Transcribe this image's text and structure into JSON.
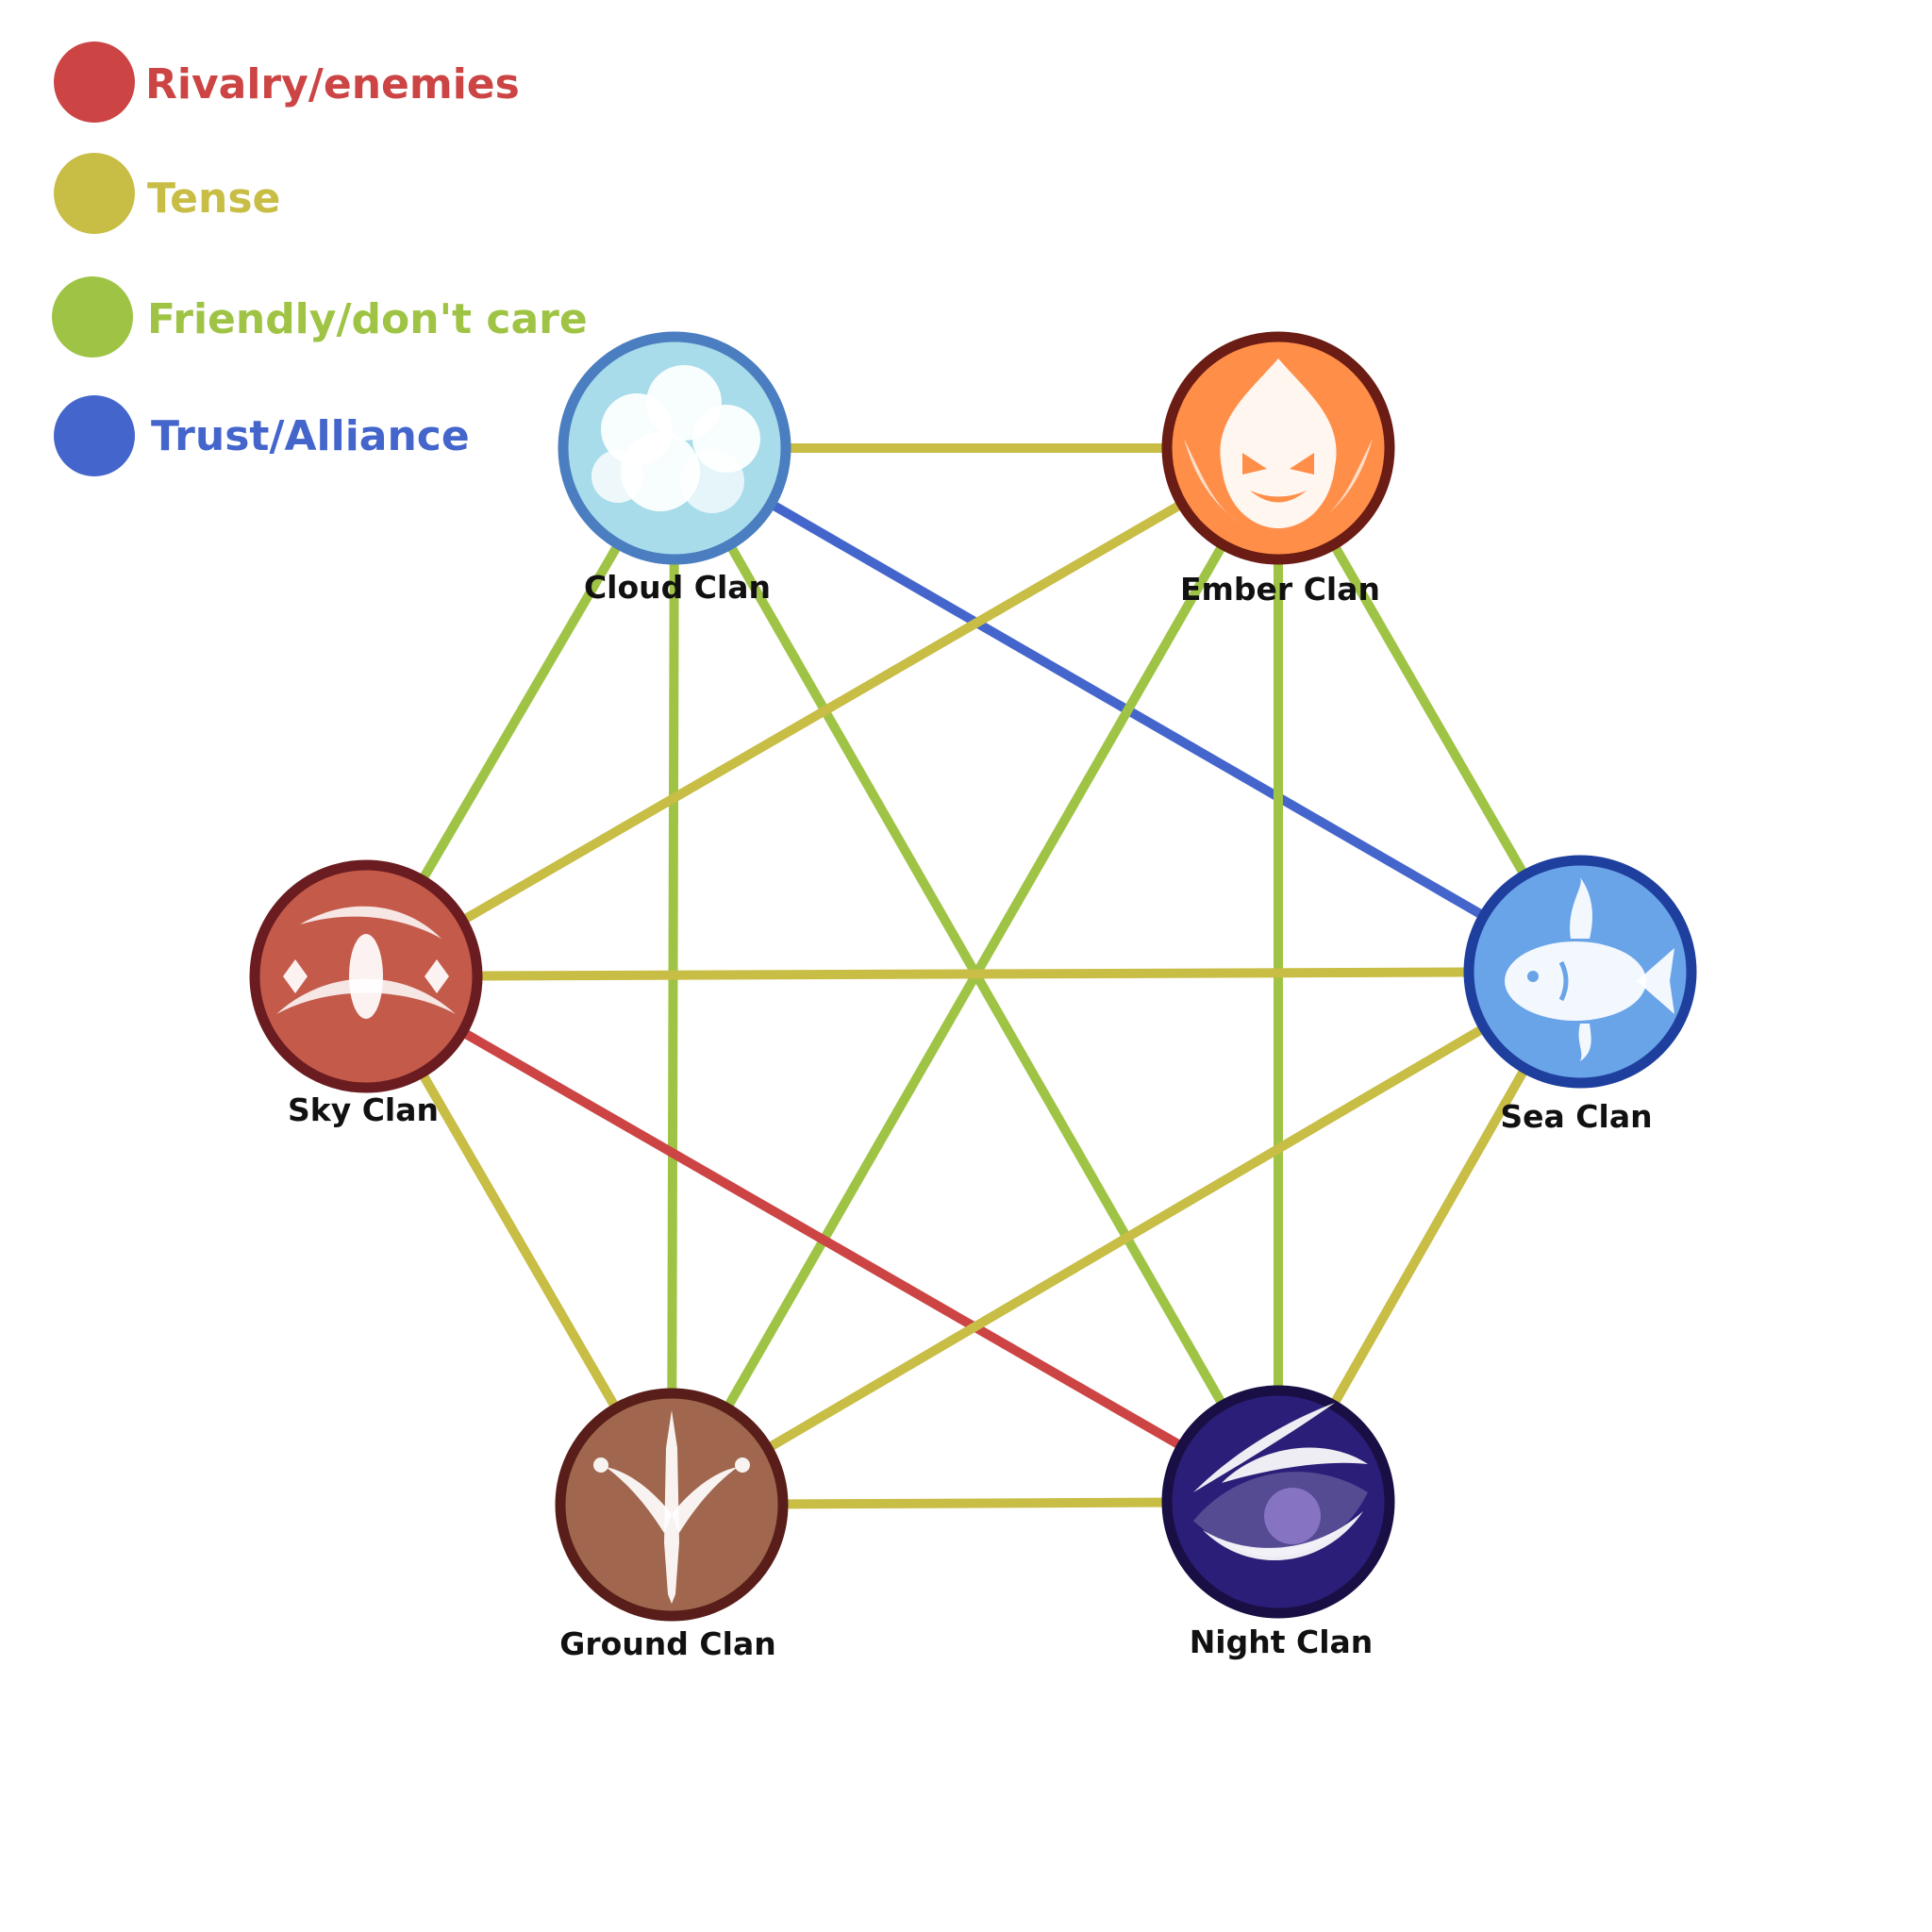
{
  "legend": [
    {
      "label": "Rivalry/enemies",
      "color": "#cc4444"
    },
    {
      "label": "Tense",
      "color": "#c8bd45"
    },
    {
      "label": "Friendly/don't care",
      "color": "#9fc445"
    },
    {
      "label": "Trust/Alliance",
      "color": "#4466cc"
    }
  ],
  "clans": [
    {
      "id": "cloud",
      "name": "Cloud Clan",
      "fill": "#a8dcea",
      "ring": "#4a7ec0",
      "icon": "cloud-icon"
    },
    {
      "id": "ember",
      "name": "Ember Clan",
      "fill": "#ff8e48",
      "ring": "#6b1c14",
      "icon": "flame-icon"
    },
    {
      "id": "sky",
      "name": "Sky Clan",
      "fill": "#c45a4a",
      "ring": "#6b1c20",
      "icon": "wind-icon"
    },
    {
      "id": "sea",
      "name": "Sea Clan",
      "fill": "#6aa4e8",
      "ring": "#1e3f9e",
      "icon": "fish-icon"
    },
    {
      "id": "ground",
      "name": "Ground Clan",
      "fill": "#a0674e",
      "ring": "#5a1e1a",
      "icon": "footprint-icon"
    },
    {
      "id": "night",
      "name": "Night Clan",
      "fill": "#2a1e78",
      "ring": "#1a0f45",
      "icon": "eye-icon"
    }
  ],
  "relations": [
    {
      "from": "cloud",
      "to": "ember",
      "type": "Tense"
    },
    {
      "from": "cloud",
      "to": "sky",
      "type": "Friendly/don't care"
    },
    {
      "from": "cloud",
      "to": "ground",
      "type": "Friendly/don't care"
    },
    {
      "from": "cloud",
      "to": "night",
      "type": "Friendly/don't care"
    },
    {
      "from": "cloud",
      "to": "sea",
      "type": "Trust/Alliance"
    },
    {
      "from": "ember",
      "to": "sky",
      "type": "Tense"
    },
    {
      "from": "ember",
      "to": "ground",
      "type": "Friendly/don't care"
    },
    {
      "from": "ember",
      "to": "night",
      "type": "Friendly/don't care"
    },
    {
      "from": "ember",
      "to": "sea",
      "type": "Friendly/don't care"
    },
    {
      "from": "sky",
      "to": "sea",
      "type": "Tense"
    },
    {
      "from": "sky",
      "to": "ground",
      "type": "Tense"
    },
    {
      "from": "sky",
      "to": "night",
      "type": "Rivalry/enemies"
    },
    {
      "from": "sea",
      "to": "ground",
      "type": "Tense"
    },
    {
      "from": "sea",
      "to": "night",
      "type": "Tense"
    },
    {
      "from": "ground",
      "to": "night",
      "type": "Tense"
    }
  ]
}
